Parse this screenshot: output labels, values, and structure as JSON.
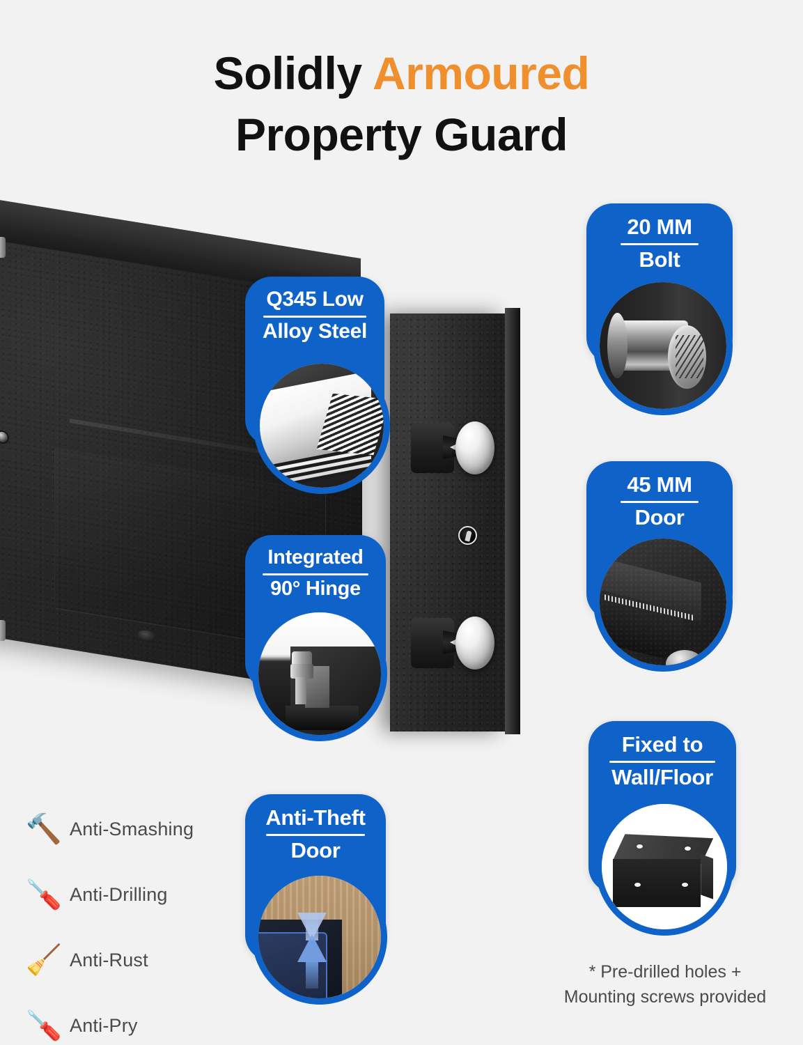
{
  "headline": {
    "line1_plain": "Solidly ",
    "line1_accent": "Armoured",
    "line2": "Property Guard",
    "accent_color": "#ef8f2d",
    "text_color": "#111111"
  },
  "theme": {
    "background": "#f2f2f2",
    "badge_blue": "#0e62c8",
    "badge_text": "#ffffff",
    "body_text": "#4a4a4a"
  },
  "badges": [
    {
      "id": "q345-steel",
      "title_line1": "Q345 Low",
      "title_line2": "Alloy Steel",
      "photo": "stacked-steel-sheets"
    },
    {
      "id": "20mm-bolt",
      "title_line1": "20 MM",
      "title_line2": "Bolt",
      "photo": "chrome-deadbolt-closeup"
    },
    {
      "id": "integrated-hinge",
      "title_line1": "Integrated",
      "title_line2": "90° Hinge",
      "photo": "hinge-pin-closeup"
    },
    {
      "id": "45mm-door",
      "title_line1": "45 MM",
      "title_line2": "Door",
      "photo": "door-thickness-closeup"
    },
    {
      "id": "anti-theft-door",
      "title_line1": "Anti-Theft",
      "title_line2": "Door",
      "photo": "door-seal-arrows"
    },
    {
      "id": "fixed-to-wall-floor",
      "title_line1": "Fixed to",
      "title_line2": "Wall/Floor",
      "photo": "safe-box-predrilled-holes"
    }
  ],
  "features": [
    {
      "icon": "hammer-icon",
      "emoji": "🔨",
      "label": "Anti-Smashing"
    },
    {
      "icon": "drill-icon",
      "emoji": "🪛",
      "label": "Anti-Drilling"
    },
    {
      "icon": "paint-roller-icon",
      "emoji": "🧹",
      "label": "Anti-Rust"
    },
    {
      "icon": "screwdriver-icon",
      "emoji": "🪛",
      "label": "Anti-Pry"
    }
  ],
  "footnote": {
    "line1": "* Pre-drilled holes +",
    "line2": "Mounting screws provided"
  },
  "product": {
    "name": "wall-safe",
    "bolt_count": 2,
    "lock_type": "keyhole"
  }
}
